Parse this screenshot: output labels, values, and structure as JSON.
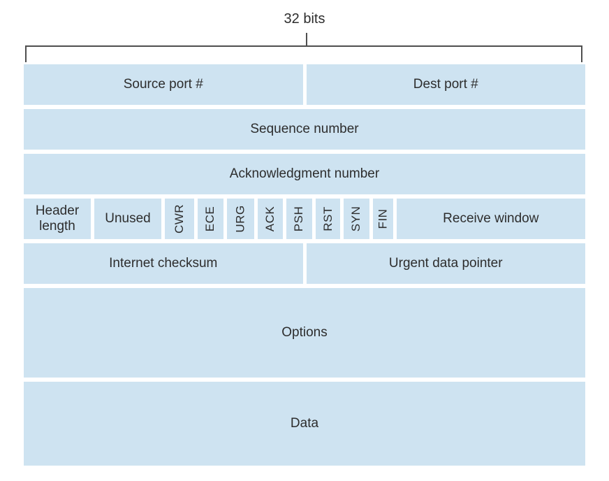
{
  "header": {
    "width_label": "32 bits"
  },
  "fields": {
    "source_port": "Source port #",
    "dest_port": "Dest port #",
    "sequence_number": "Sequence number",
    "acknowledgment_number": "Acknowledgment number",
    "header_length": "Header\nlength",
    "unused": "Unused",
    "receive_window": "Receive window",
    "internet_checksum": "Internet checksum",
    "urgent_data_pointer": "Urgent data pointer",
    "options": "Options",
    "data": "Data"
  },
  "flags": [
    "CWR",
    "ECE",
    "URG",
    "ACK",
    "PSH",
    "RST",
    "SYN",
    "FIN"
  ],
  "colors": {
    "cell_fill": "#cee3f1",
    "text": "#2d2d2d",
    "bracket": "#4f4f4f",
    "background": "#ffffff"
  }
}
